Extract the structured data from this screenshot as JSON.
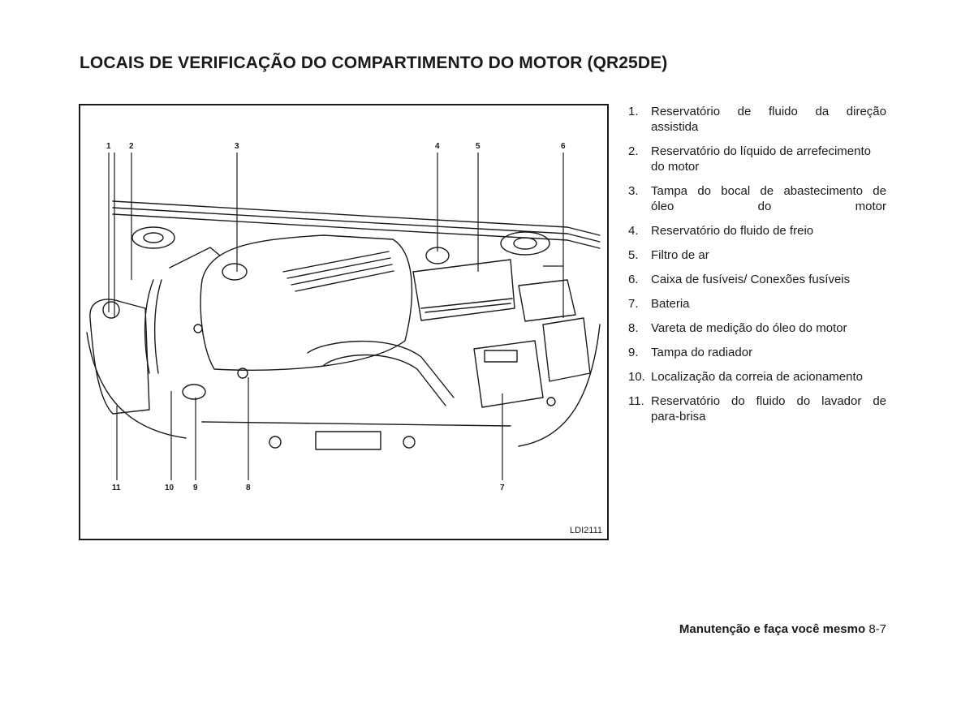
{
  "page": {
    "title": "LOCAIS DE VERIFICAÇÃO DO COMPARTIMENTO DO MOTOR (QR25DE)"
  },
  "figure": {
    "code": "LDI2111",
    "callouts_top": [
      "1",
      "2",
      "3",
      "4",
      "5",
      "6"
    ],
    "callouts_bottom": [
      "11",
      "10",
      "9",
      "8",
      "7"
    ]
  },
  "legend": [
    {
      "num": "1.",
      "line1": "Reservatório de fluido da direção",
      "line2": "assistida"
    },
    {
      "num": "2.",
      "line1": "Reservatório do líquido de arrefecimento",
      "line2": "do motor"
    },
    {
      "num": "3.",
      "line1": "Tampa do bocal de abastecimento de",
      "line2": "óleo do motor"
    },
    {
      "num": "4.",
      "line1": "Reservatório do fluido de freio",
      "line2": ""
    },
    {
      "num": "5.",
      "line1": "Filtro de ar",
      "line2": ""
    },
    {
      "num": "6.",
      "line1": "Caixa de fusíveis/ Conexões fusíveis",
      "line2": ""
    },
    {
      "num": "7.",
      "line1": "Bateria",
      "line2": ""
    },
    {
      "num": "8.",
      "line1": "Vareta de medição do óleo do motor",
      "line2": ""
    },
    {
      "num": "9.",
      "line1": "Tampa do radiador",
      "line2": ""
    },
    {
      "num": "10.",
      "line1": "Localização da correia de acionamento",
      "line2": ""
    },
    {
      "num": "11.",
      "line1": "Reservatório do fluido do lavador de",
      "line2": "para-brisa"
    }
  ],
  "footer": {
    "section": "Manutenção e faça você mesmo",
    "page": "8-7"
  }
}
